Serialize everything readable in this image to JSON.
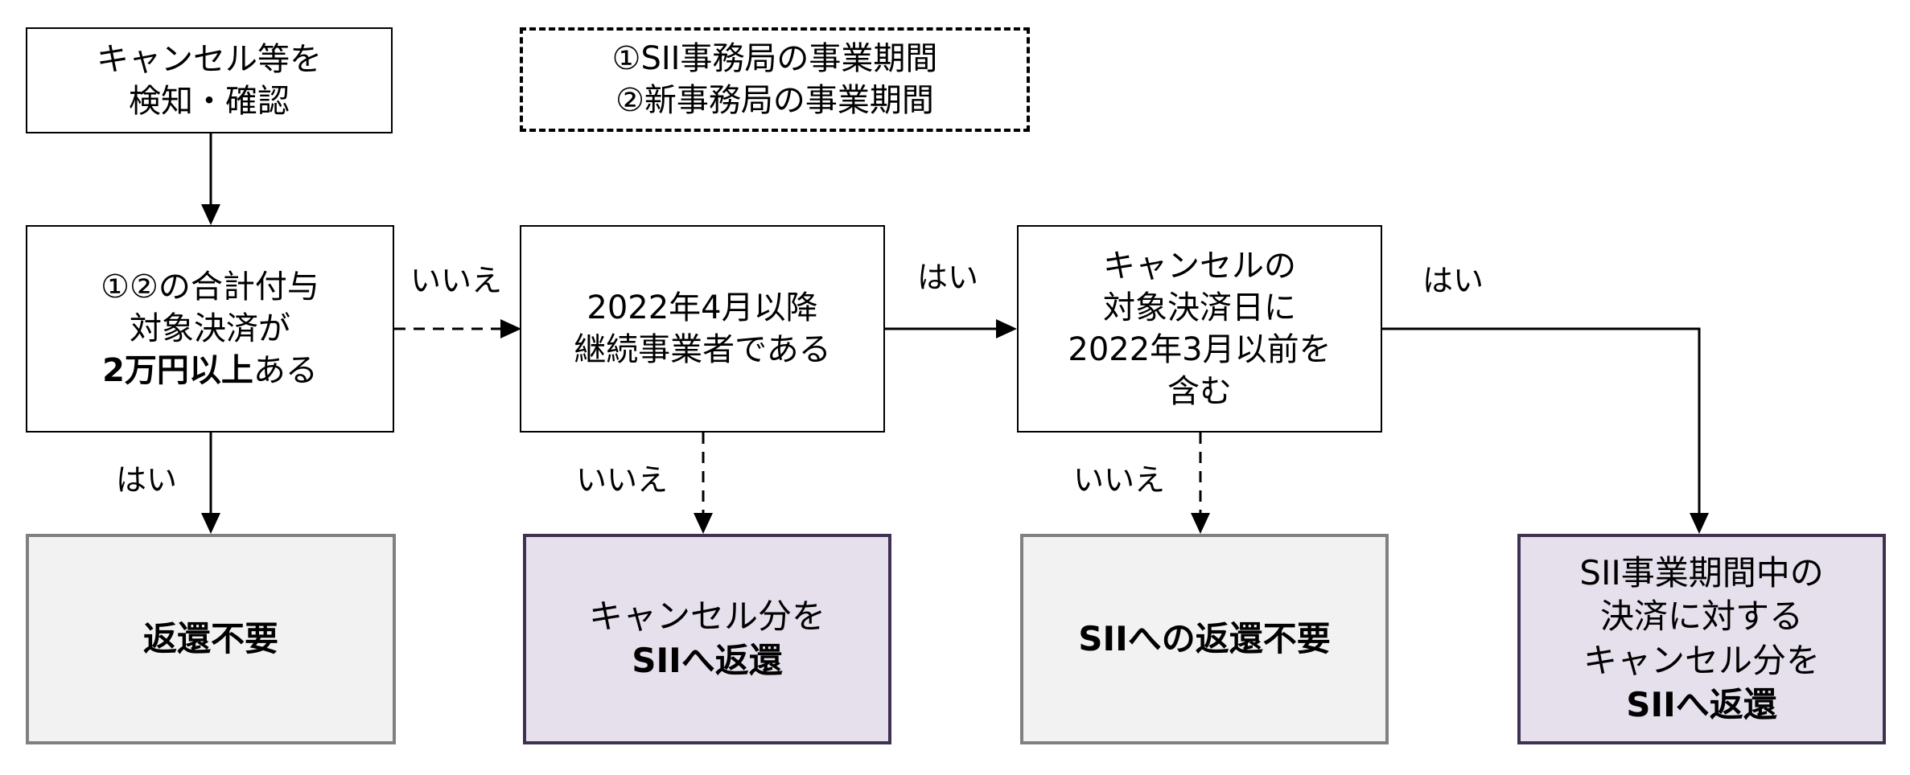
{
  "nodes": {
    "detect": {
      "lines": [
        "キャンセル等を",
        "検知・確認"
      ]
    },
    "legend": {
      "lines": [
        "①SII事務局の事業期間",
        "②新事務局の事業期間"
      ]
    },
    "q_total": {
      "line1": "①②の合計付与",
      "line2": "対象決済が",
      "line3_bold": "2万円以上",
      "line3_rest": "ある"
    },
    "q_continuing": {
      "lines": [
        "2022年4月以降",
        "継続事業者である"
      ]
    },
    "q_cancel_date": {
      "lines": [
        "キャンセルの",
        "対象決済日に",
        "2022年3月以前を",
        "含む"
      ]
    },
    "r_no_refund": {
      "lines": [
        "返還不要"
      ]
    },
    "r_refund_cancel": {
      "line1": "キャンセル分を",
      "line2": "SIIへ返還"
    },
    "r_no_refund_sii": {
      "lines": [
        "SIIへの返還不要"
      ]
    },
    "r_refund_sii_period": {
      "line1": "SII事業期間中の",
      "line2": "決済に対する",
      "line3": "キャンセル分を",
      "line4": "SIIへ返還"
    }
  },
  "edges": {
    "total_no": "いいえ",
    "total_yes": "はい",
    "continuing_yes": "はい",
    "continuing_no": "いいえ",
    "cancel_date_yes": "はい",
    "cancel_date_no": "いいえ"
  }
}
